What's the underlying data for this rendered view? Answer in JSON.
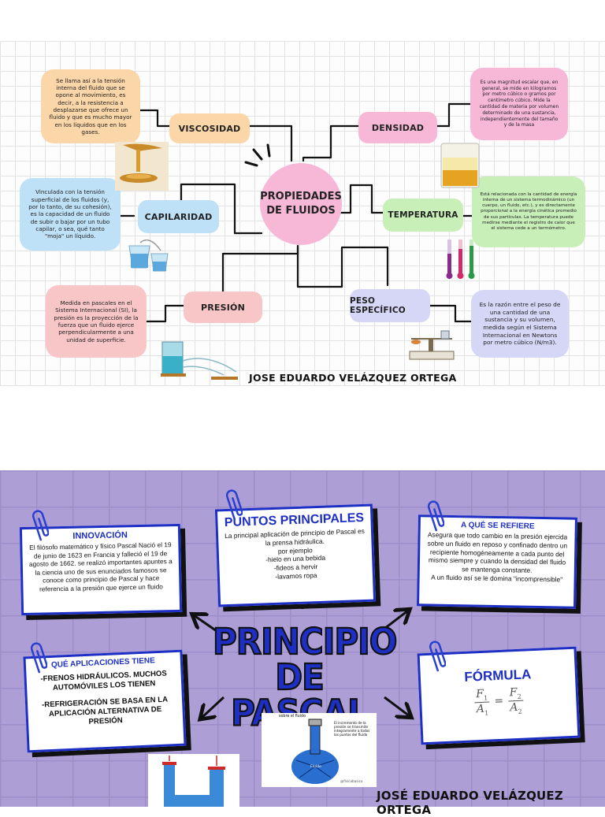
{
  "colors": {
    "viscosidad": "#fbd6a8",
    "densidad": "#f7b8d8",
    "capilaridad": "#bfe1f7",
    "temperatura": "#c9efb8",
    "presion": "#f8c6c6",
    "peso": "#d6d6f7",
    "center": "#f7b8d8",
    "card_border": "#1e2fc4",
    "bottom_bg": "#ad9fd6"
  },
  "top": {
    "center": "PROPIEDADES DE FLUIDOS",
    "viscosidad": {
      "label": "VISCOSIDAD",
      "text": "Se llama así a la tensión interna del fluido que se opone al movimiento, es decir, a la resistencia a desplazarse que ofrece un fluido y que es mucho mayor en los líquidos que en los gases."
    },
    "densidad": {
      "label": "DENSIDAD",
      "text": "Es una magnitud escalar que, en general, se mide en kilogramos por metro cúbico o gramos por centímetro cúbico. Mide la cantidad de materia por volumen determinado de una sustancia, independientemente del tamaño y de la masa"
    },
    "capilaridad": {
      "label": "CAPILARIDAD",
      "text": "Vinculada con la tensión superficial de los fluidos (y, por lo tanto, de su cohesión), es la capacidad de un fluido de subir o bajar por un tubo capilar, o sea, qué tanto \"moja\" un líquido."
    },
    "temperatura": {
      "label": "TEMPERATURA",
      "text": "Está relacionada con la cantidad de energía interna de un sistema termodinámico (un cuerpo, un fluido, etc.), y es directamente proporcional a la energía cinética promedio de sus partículas. La temperatura puede medirse mediante el registro de calor que el sistema cede a un termómetro."
    },
    "presion": {
      "label": "PRESIÓN",
      "text": "Medida en pascales en el Sistema Internacional (SI), la presión es la proyección de la fuerza que un fluido ejerce perpendicularmente a una unidad de superficie."
    },
    "peso": {
      "label": "PESO ESPECÍFICO",
      "text": "Es la razón entre el peso de una cantidad de una sustancia y su volumen, medida según el Sistema Internacional en Newtons por metro cúbico (N/m3)."
    },
    "author": "JOSE EDUARDO VELÁZQUEZ ORTEGA"
  },
  "bottom": {
    "title_line1": "PRINCIPIO",
    "title_line2": "DE PASCAL",
    "innovacion": {
      "title": "INNOVACIÓN",
      "text": "El filósofo matemático y físico Pascal Nació el 19 de junio de 1623 en Francia y falleció el 19 de agosto de 1662. se realizó importantes apuntes a la ciencia uno de sus enunciados famosos se conoce como principio de Pascal y hace referencia a la presión que ejerce un fluido"
    },
    "puntos": {
      "title": "PUNTOS PRINCIPALES",
      "lines": [
        "La principal aplicación de principio de Pascal es la prensa hidráulica.",
        "por ejemplo",
        "-hielo en una bebida",
        "-fideos a hervir",
        "-lavamos ropa"
      ]
    },
    "refiere": {
      "title": "A QUÉ SE REFIERE",
      "text": "Asegura que todo cambio en la presión ejercida sobre un fluido en reposo y confinado dentro un recipiente homogéneamente a cada punto del mismo siempre y cuando la densidad del fluido se mantenga constante.",
      "text2": "A un fluido así se le domina \"incomprensible\""
    },
    "aplicaciones": {
      "title": "QUÉ APLICACIONES TIENE",
      "item1": "-FRENOS HIDRÁULICOS. MUCHOS AUTOMÓVILES LOS TIENEN",
      "item2": "-REFRIGERACIÓN SE BASA EN LA APLICACIÓN ALTERNATIVA DE PRESIÓN"
    },
    "formula": {
      "title": "FÓRMULA",
      "f1": "F",
      "s1": "1",
      "a1": "A",
      "sa1": "1",
      "f2": "F",
      "s2": "2",
      "a2": "A",
      "sa2": "2"
    },
    "diagram": {
      "l1": "sobre el fluido",
      "l2": "El incremento de la presión se transmite íntegramente a todos los puntos del fluido",
      "l3": "Fluido",
      "credit": "@fisicabasica"
    },
    "author": "JOSÉ EDUARDO VELÁZQUEZ ORTEGA"
  }
}
